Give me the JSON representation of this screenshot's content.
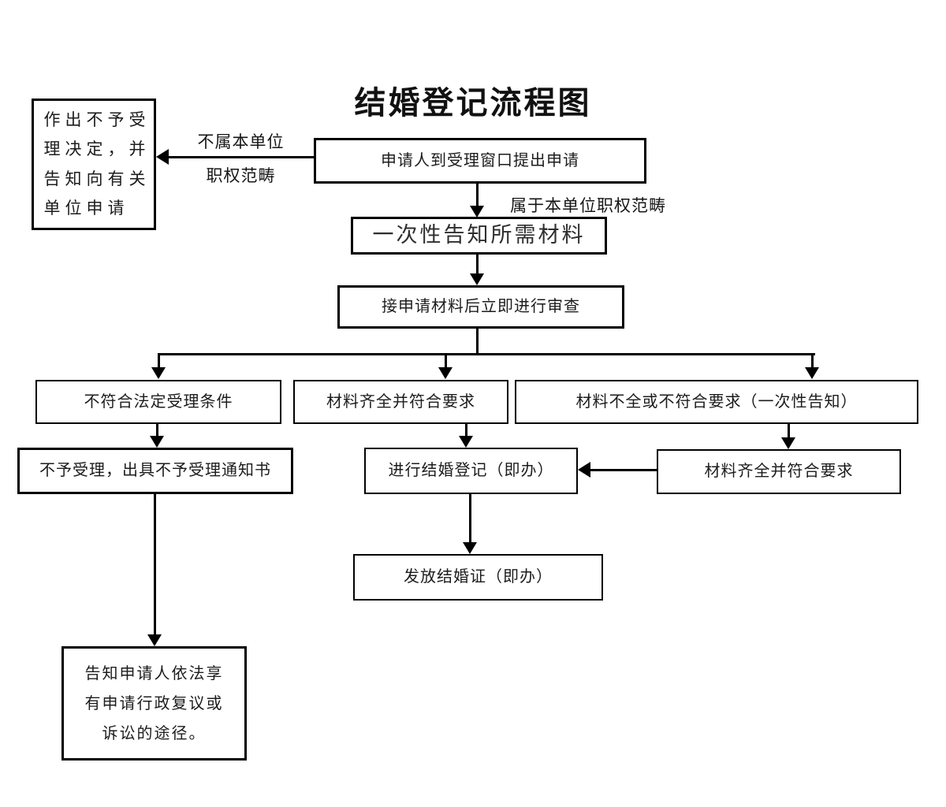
{
  "title": "结婚登记流程图",
  "nodes": {
    "reject_decision": {
      "text": "作出不予受\n理决定，并\n告知向有关\n单位申请"
    },
    "apply": {
      "text": "申请人到受理窗口提出申请"
    },
    "inform_materials": {
      "text": "一次性告知所需材料"
    },
    "review": {
      "text": "接申请材料后立即进行审查"
    },
    "not_meet_conditions": {
      "text": "不符合法定受理条件"
    },
    "materials_ok": {
      "text": "材料齐全并符合要求"
    },
    "materials_incomplete": {
      "text": "材料不全或不符合要求（一次性告知）"
    },
    "not_accept": {
      "text": "不予受理，出具不予受理通知书"
    },
    "register": {
      "text": "进行结婚登记（即办）"
    },
    "materials_ok_resubmit": {
      "text": "材料齐全并符合要求"
    },
    "issue_certificate": {
      "text": "发放结婚证（即办）"
    },
    "inform_rights": {
      "text": "告知申请人依法享\n有申请行政复议或\n诉讼的途径。"
    }
  },
  "edge_labels": {
    "not_within_scope_line1": "不属本单位",
    "not_within_scope_line2": "职权范畴",
    "within_scope": "属于本单位职权范畴"
  },
  "colors": {
    "background": "#ffffff",
    "line": "#000000",
    "text": "#1c1c1c"
  }
}
